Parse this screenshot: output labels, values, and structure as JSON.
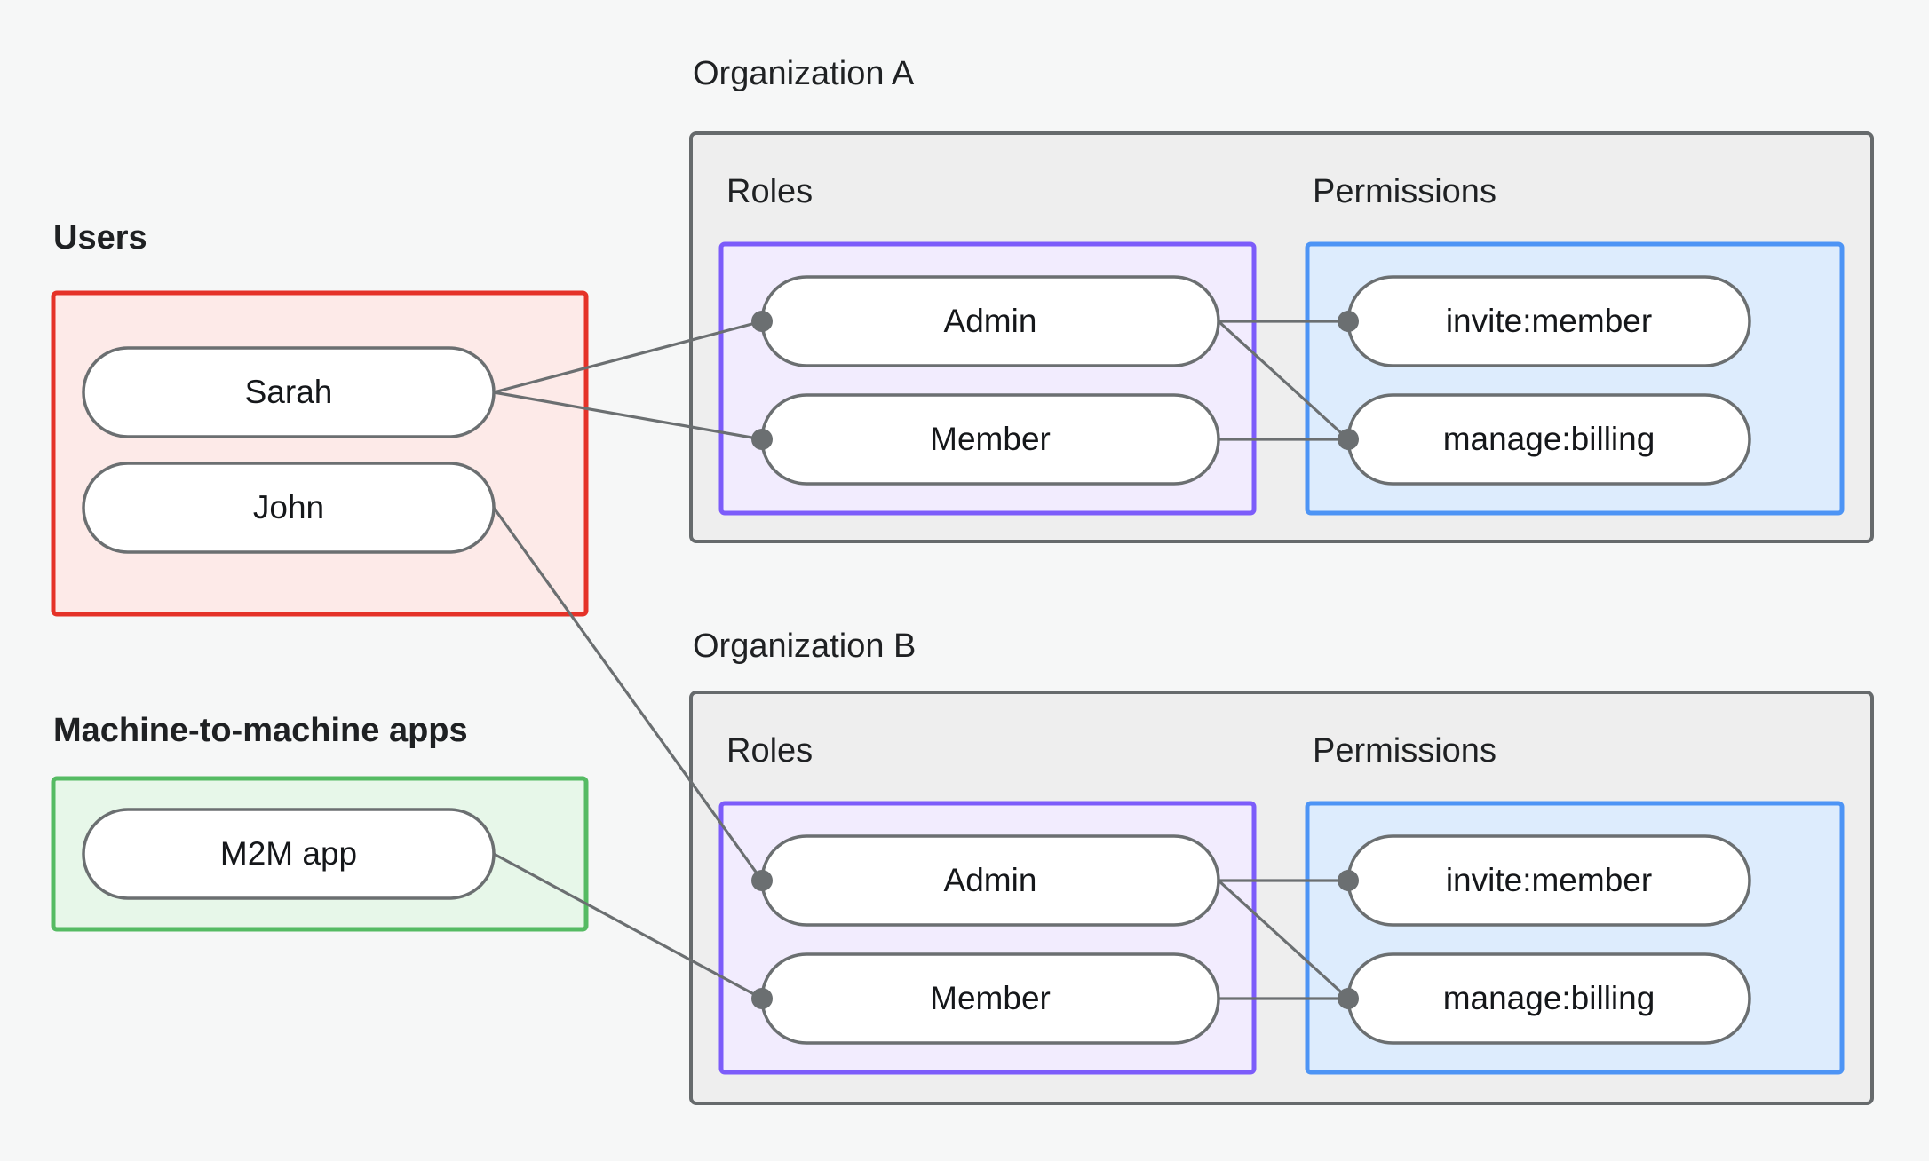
{
  "page": {
    "background": "#f6f7f7",
    "title": "Organization roles and permissions diagram"
  },
  "colors": {
    "users_border": "#e53228",
    "users_fill": "#fdeae8",
    "m2m_border": "#55bb63",
    "m2m_fill": "#e7f7e9",
    "roles_border": "#7c5cfa",
    "roles_fill": "#f2ecfe",
    "permissions_border": "#4d94f5",
    "permissions_fill": "#ddecfd",
    "org_border": "#666a6c",
    "org_fill": "#eeeeee",
    "node_border": "#6b6f71",
    "node_fill": "#ffffff",
    "edge": "#6b6f71",
    "text": "#15171a"
  },
  "groups": {
    "users": {
      "label": "Users",
      "items": [
        {
          "id": "sarah",
          "label": "Sarah"
        },
        {
          "id": "john",
          "label": "John"
        }
      ]
    },
    "m2m": {
      "label": "Machine-to-machine apps",
      "items": [
        {
          "id": "m2m-app",
          "label": "M2M app"
        }
      ]
    }
  },
  "organizations": [
    {
      "id": "org-a",
      "label": "Organization A",
      "roles": {
        "label": "Roles",
        "items": [
          {
            "id": "org-a-admin",
            "label": "Admin"
          },
          {
            "id": "org-a-member",
            "label": "Member"
          }
        ]
      },
      "permissions": {
        "label": "Permissions",
        "items": [
          {
            "id": "org-a-invite",
            "label": "invite:member"
          },
          {
            "id": "org-a-billing",
            "label": "manage:billing"
          }
        ]
      }
    },
    {
      "id": "org-b",
      "label": "Organization B",
      "roles": {
        "label": "Roles",
        "items": [
          {
            "id": "org-b-admin",
            "label": "Admin"
          },
          {
            "id": "org-b-member",
            "label": "Member"
          }
        ]
      },
      "permissions": {
        "label": "Permissions",
        "items": [
          {
            "id": "org-b-invite",
            "label": "invite:member"
          },
          {
            "id": "org-b-billing",
            "label": "manage:billing"
          }
        ]
      }
    }
  ],
  "connections": [
    {
      "from": "sarah",
      "to": "org-a-admin"
    },
    {
      "from": "sarah",
      "to": "org-a-member"
    },
    {
      "from": "john",
      "to": "org-b-admin"
    },
    {
      "from": "m2m-app",
      "to": "org-b-member"
    },
    {
      "from": "org-a-admin",
      "to": "org-a-invite"
    },
    {
      "from": "org-a-admin",
      "to": "org-a-billing"
    },
    {
      "from": "org-a-member",
      "to": "org-a-billing"
    },
    {
      "from": "org-b-admin",
      "to": "org-b-invite"
    },
    {
      "from": "org-b-admin",
      "to": "org-b-billing"
    },
    {
      "from": "org-b-member",
      "to": "org-b-billing"
    }
  ]
}
